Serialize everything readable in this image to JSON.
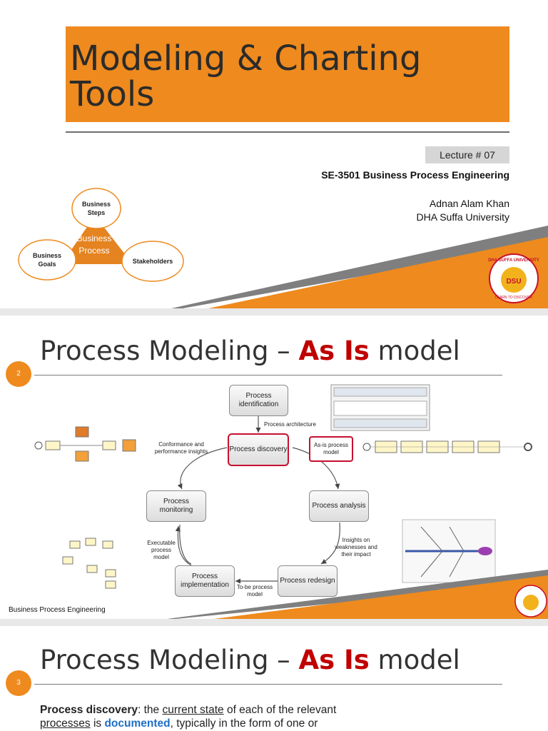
{
  "slide1": {
    "title_line1": "Modeling & Charting",
    "title_line2": "Tools",
    "lecture": "Lecture # 07",
    "course": "SE-3501  Business Process Engineering",
    "author": "Adnan Alam Khan",
    "university": "DHA Suffa University",
    "diagram": {
      "center": "Business Process",
      "top": "Business Steps",
      "left": "Business Goals",
      "right": "Stakeholders"
    },
    "logo": {
      "arc_text": "DHA SUFFA UNIVERSITY",
      "motto": "LEARN TO DISCOVER",
      "abbr": "DSU"
    }
  },
  "slide2": {
    "title_prefix": "Process Modeling – ",
    "title_highlight": "As Is",
    "title_suffix": " model",
    "page_number": "2",
    "footer": "Business Process Engineering",
    "lifecycle": {
      "identification": "Process identification",
      "discovery": "Process discovery",
      "analysis": "Process analysis",
      "redesign": "Process redesign",
      "implementation": "Process implementation",
      "monitoring": "Process monitoring",
      "architecture": "Process architecture",
      "asis": "As-is process model",
      "insights": "Insights on weaknesses and their impact",
      "tobe": "To-be process model",
      "executable": "Executable process model",
      "conformance": "Conformance and performance insights"
    }
  },
  "slide3": {
    "title_prefix": "Process Modeling – ",
    "title_highlight": "As Is",
    "title_suffix": " model",
    "page_number": "3",
    "text_bold": "Process discovery",
    "text_1": ":  the ",
    "text_current_state": "current state",
    "text_2": " of each of the relevant",
    "text_processes": "processes",
    "text_3": " is ",
    "text_documented": "documented",
    "text_4": ", typically in the form of one or"
  },
  "colors": {
    "orange": "#ee8a1e",
    "red": "#c00000",
    "grey_band": "#7f7f7f",
    "blue": "#1f6fc5"
  }
}
